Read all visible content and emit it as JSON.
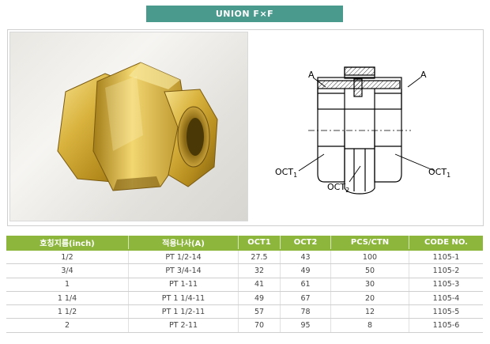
{
  "header": {
    "title": "UNION F×F"
  },
  "drawing": {
    "label_a_left": "A",
    "label_a_right": "A",
    "oct1_left": "OCT",
    "oct1_left_sub": "1",
    "oct2": "OCT",
    "oct2_sub": "2",
    "oct1_right": "OCT",
    "oct1_right_sub": "1"
  },
  "table": {
    "headers": [
      "호칭지름(inch)",
      "적용나사(A)",
      "OCT1",
      "OCT2",
      "PCS/CTN",
      "CODE NO."
    ],
    "rows": [
      [
        "1/2",
        "PT 1/2-14",
        "27.5",
        "43",
        "100",
        "1105-1"
      ],
      [
        "3/4",
        "PT 3/4-14",
        "32",
        "49",
        "50",
        "1105-2"
      ],
      [
        "1",
        "PT 1-11",
        "41",
        "61",
        "30",
        "1105-3"
      ],
      [
        "1 1/4",
        "PT 1 1/4-11",
        "49",
        "67",
        "20",
        "1105-4"
      ],
      [
        "1 1/2",
        "PT 1 1/2-11",
        "57",
        "78",
        "12",
        "1105-5"
      ],
      [
        "2",
        "PT 2-11",
        "70",
        "95",
        "8",
        "1105-6"
      ]
    ]
  },
  "colors": {
    "title_bg": "#4a9a8e",
    "table_header_bg": "#8cb63c",
    "brass": "#d8b13c"
  }
}
